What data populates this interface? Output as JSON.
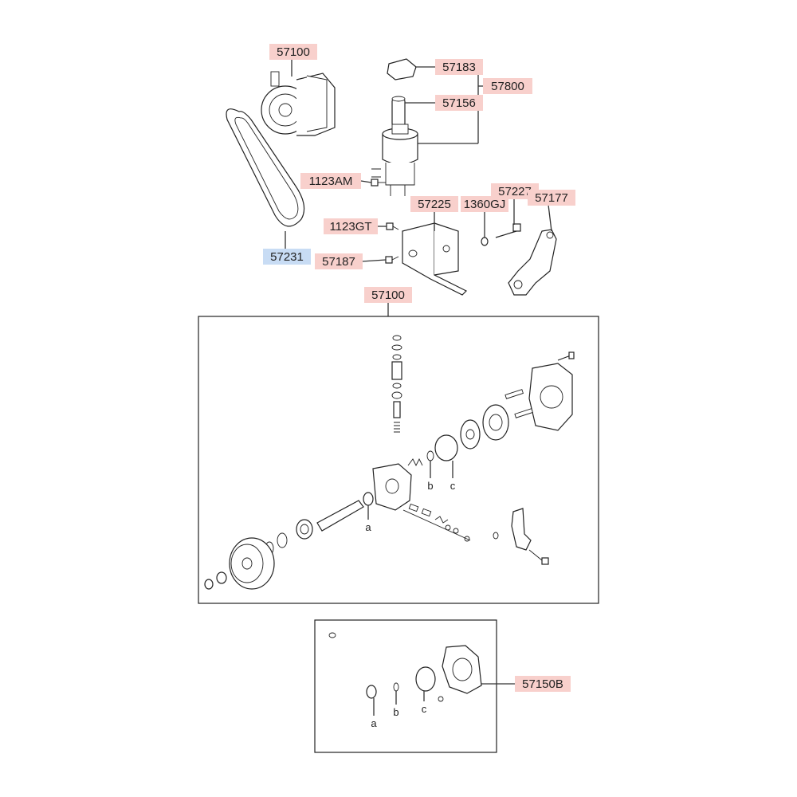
{
  "labels": {
    "pump_assy_top": "57100",
    "cap": "57183",
    "reservoir_assy": "57800",
    "filter": "57156",
    "bolt_1123AM": "1123AM",
    "bracket_57227": "57227",
    "bracket_57225": "57225",
    "bolt_1360GJ": "1360GJ",
    "bracket_57177": "57177",
    "bolt_1123GT": "1123GT",
    "belt": "57231",
    "bolt_57187": "57187",
    "pump_assy_exploded": "57100",
    "seal_kit": "57150B"
  },
  "letters": {
    "exploded_a": "a",
    "exploded_b": "b",
    "exploded_c": "c",
    "kit_a": "a",
    "kit_b": "b",
    "kit_c": "c"
  },
  "colors": {
    "label_highlight": "#f8d0cc",
    "label_highlight_blue": "#c8dcf4",
    "line": "#333333"
  }
}
